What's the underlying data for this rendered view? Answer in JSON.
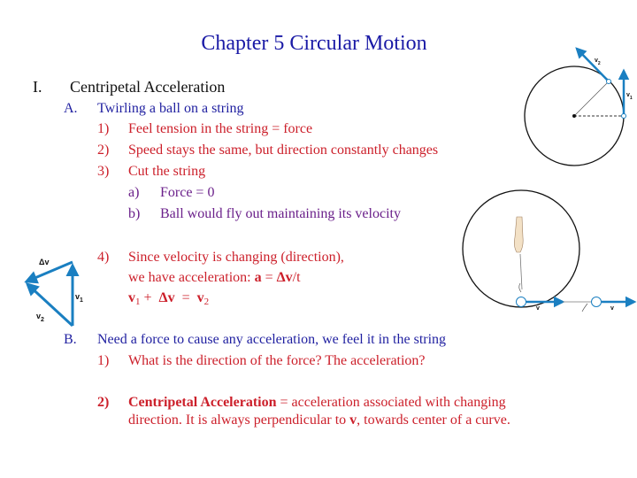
{
  "slide": {
    "title": "Chapter 5 Circular Motion",
    "outline": {
      "I": {
        "marker": "I.",
        "text": "Centripetal Acceleration"
      },
      "A": {
        "marker": "A.",
        "text": "Twirling a ball on a string"
      },
      "A1": {
        "marker": "1)",
        "text": "Feel tension in the string = force"
      },
      "A2": {
        "marker": "2)",
        "text": "Speed stays the same, but direction constantly changes"
      },
      "A3": {
        "marker": "3)",
        "text": "Cut the string"
      },
      "A3a": {
        "marker": "a)",
        "text": "Force = 0"
      },
      "A3b": {
        "marker": "b)",
        "text": "Ball would fly out maintaining its velocity"
      },
      "A4": {
        "marker": "4)",
        "text": "Since velocity is changing (direction),",
        "line2_prefix": "we have acceleration: ",
        "line2_a": "a",
        "line2_eq": " = ",
        "line2_dv": "Δv",
        "line2_suffix": "/t",
        "eq_v1": "v",
        "eq_v1_sub": "1",
        "eq_plus": " +  ",
        "eq_dv": "Δv",
        "eq_equals": "  =  ",
        "eq_v2": "v",
        "eq_v2_sub": "2"
      },
      "B": {
        "marker": "B.",
        "text": "Need a force to cause any acceleration, we feel it in the string"
      },
      "B1": {
        "marker": "1)",
        "text": "What is the direction of the force?  The acceleration?"
      },
      "B2": {
        "marker": "2)",
        "bold_term": "Centripetal Acceleration",
        "text_rest": " = acceleration associated with changing",
        "line2_prefix": "direction.  It is always perpendicular to ",
        "line2_v": "v",
        "line2_suffix": ", towards center of a curve."
      }
    }
  },
  "figures": {
    "vector_triangle": {
      "label_dv": "Δv",
      "label_v1": "v",
      "label_v1_sub": "1",
      "label_v2": "v",
      "label_v2_sub": "2"
    },
    "circle_velocities": {
      "label_v1": "v",
      "label_v1_sub": "1",
      "label_v2": "v",
      "label_v2_sub": "2"
    },
    "ball_on_string": {
      "label_v_left": "v",
      "label_v_right": "v"
    }
  },
  "colors": {
    "title": "#1a1aa6",
    "level_a": "#1f1fa0",
    "level_1": "#cc1f2a",
    "level_a_sub": "#6a1f8a",
    "vector": "#1a7fc1"
  }
}
